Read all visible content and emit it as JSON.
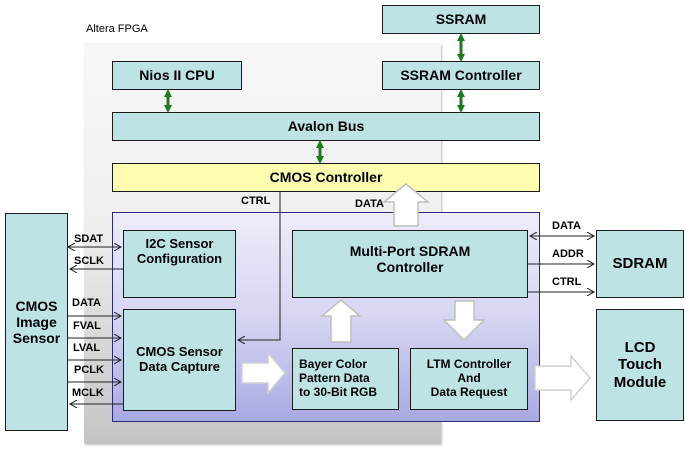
{
  "diagram": {
    "fpga_label": "Altera FPGA",
    "blocks": {
      "ssram": "SSRAM",
      "ssram_controller": "SSRAM Controller",
      "nios_cpu": "Nios II CPU",
      "avalon_bus": "Avalon Bus",
      "cmos_controller": "CMOS Controller",
      "i2c_config_line1": "I2C Sensor",
      "i2c_config_line2": "Configuration",
      "sdram_controller_line1": "Multi-Port SDRAM",
      "sdram_controller_line2": "Controller",
      "cmos_capture_line1": "CMOS Sensor",
      "cmos_capture_line2": "Data Capture",
      "bayer_line1": "Bayer Color",
      "bayer_line2": "Pattern Data",
      "bayer_line3": "to 30-Bit RGB",
      "ltm_line1": "LTM Controller",
      "ltm_line2": "And",
      "ltm_line3": "Data Request",
      "cmos_sensor_line1": "CMOS",
      "cmos_sensor_line2": "Image",
      "cmos_sensor_line3": "Sensor",
      "sdram": "SDRAM",
      "lcd_line1": "LCD",
      "lcd_line2": "Touch",
      "lcd_line3": "Module"
    },
    "signals": {
      "ctrl_top": "CTRL",
      "data_top": "DATA",
      "sdat": "SDAT",
      "sclk": "SCLK",
      "data_sensor": "DATA",
      "fval": "FVAL",
      "lval": "LVAL",
      "pclk": "PCLK",
      "mclk": "MCLK",
      "sdram_data": "DATA",
      "sdram_addr": "ADDR",
      "sdram_ctrl": "CTRL"
    },
    "colors": {
      "block_fill": "#bde3e5",
      "controller_fill": "#fdfdb0",
      "bus_arrow": "#1f7a1f"
    }
  }
}
